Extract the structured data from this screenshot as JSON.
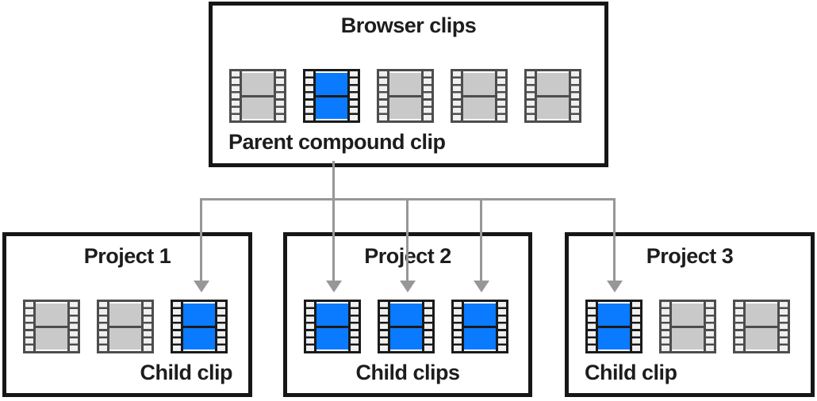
{
  "colors": {
    "accent_blue": "#0a7aff",
    "clip_gray_fill": "#c9c9c9",
    "clip_gray_border": "#4d4d4d",
    "clip_black_border": "#1a1a1a",
    "sprocket_hole": "#f0f0f0",
    "box_border": "#161616",
    "arrow_gray": "#979797",
    "text": "#1d1d1f",
    "background": "#ffffff"
  },
  "browser": {
    "title": "Browser clips",
    "label": "Parent compound clip",
    "clips": [
      "gray",
      "blue",
      "gray",
      "gray",
      "gray"
    ]
  },
  "projects": [
    {
      "title": "Project 1",
      "label": "Child clip",
      "clips": [
        "gray",
        "gray",
        "blue"
      ]
    },
    {
      "title": "Project 2",
      "label": "Child clips",
      "clips": [
        "blue",
        "blue",
        "blue"
      ]
    },
    {
      "title": "Project 3",
      "label": "Child clip",
      "clips": [
        "blue",
        "gray",
        "gray"
      ]
    }
  ]
}
